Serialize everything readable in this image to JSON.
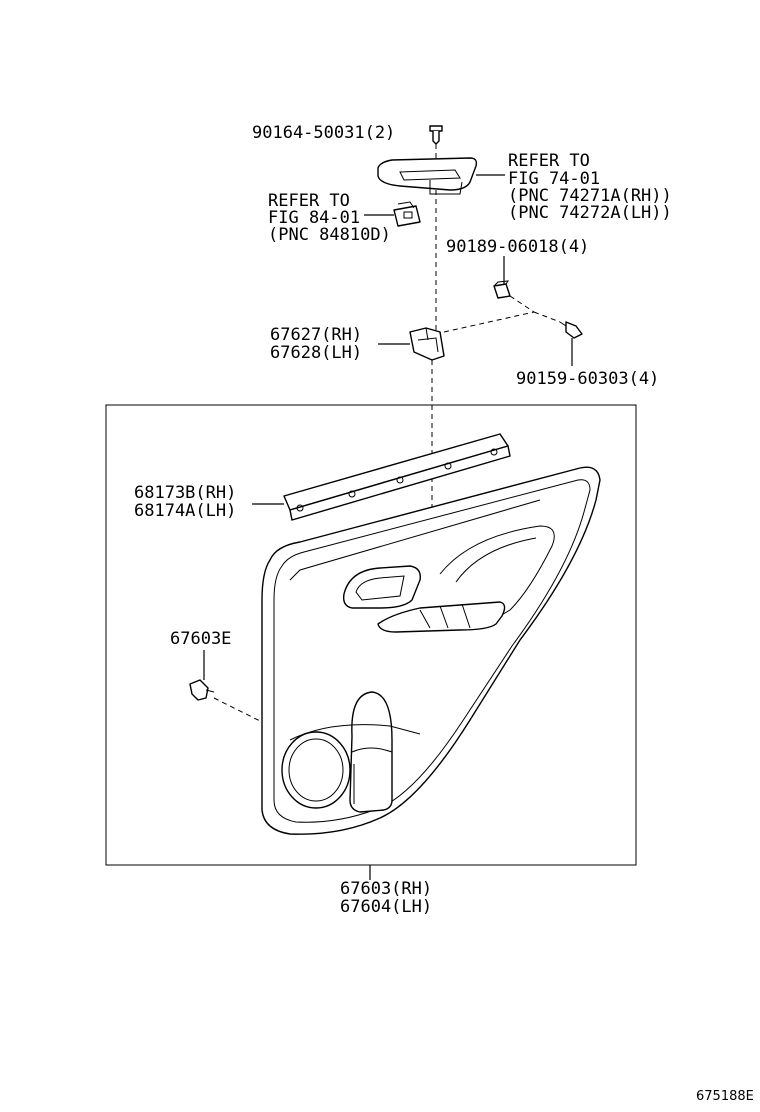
{
  "labels": {
    "screw_top": "90164-50031(2)",
    "refer_74_l1": "REFER TO",
    "refer_74_l2": "FIG 74-01",
    "refer_74_l3": "(PNC 74271A(RH))",
    "refer_74_l4": "(PNC 74272A(LH))",
    "refer_84_l1": "REFER TO",
    "refer_84_l2": "FIG 84-01",
    "refer_84_l3": "(PNC 84810D)",
    "nut_clip": "90189-06018(4)",
    "bracket_rh": "67627(RH)",
    "bracket_lh": "67628(LH)",
    "screw_right": "90159-60303(4)",
    "weatherstrip_rh": "68173B(RH)",
    "weatherstrip_lh": "68174A(LH)",
    "clip": "67603E",
    "panel_rh": "67603(RH)",
    "panel_lh": "67604(LH)",
    "diagram_id": "675188E"
  }
}
